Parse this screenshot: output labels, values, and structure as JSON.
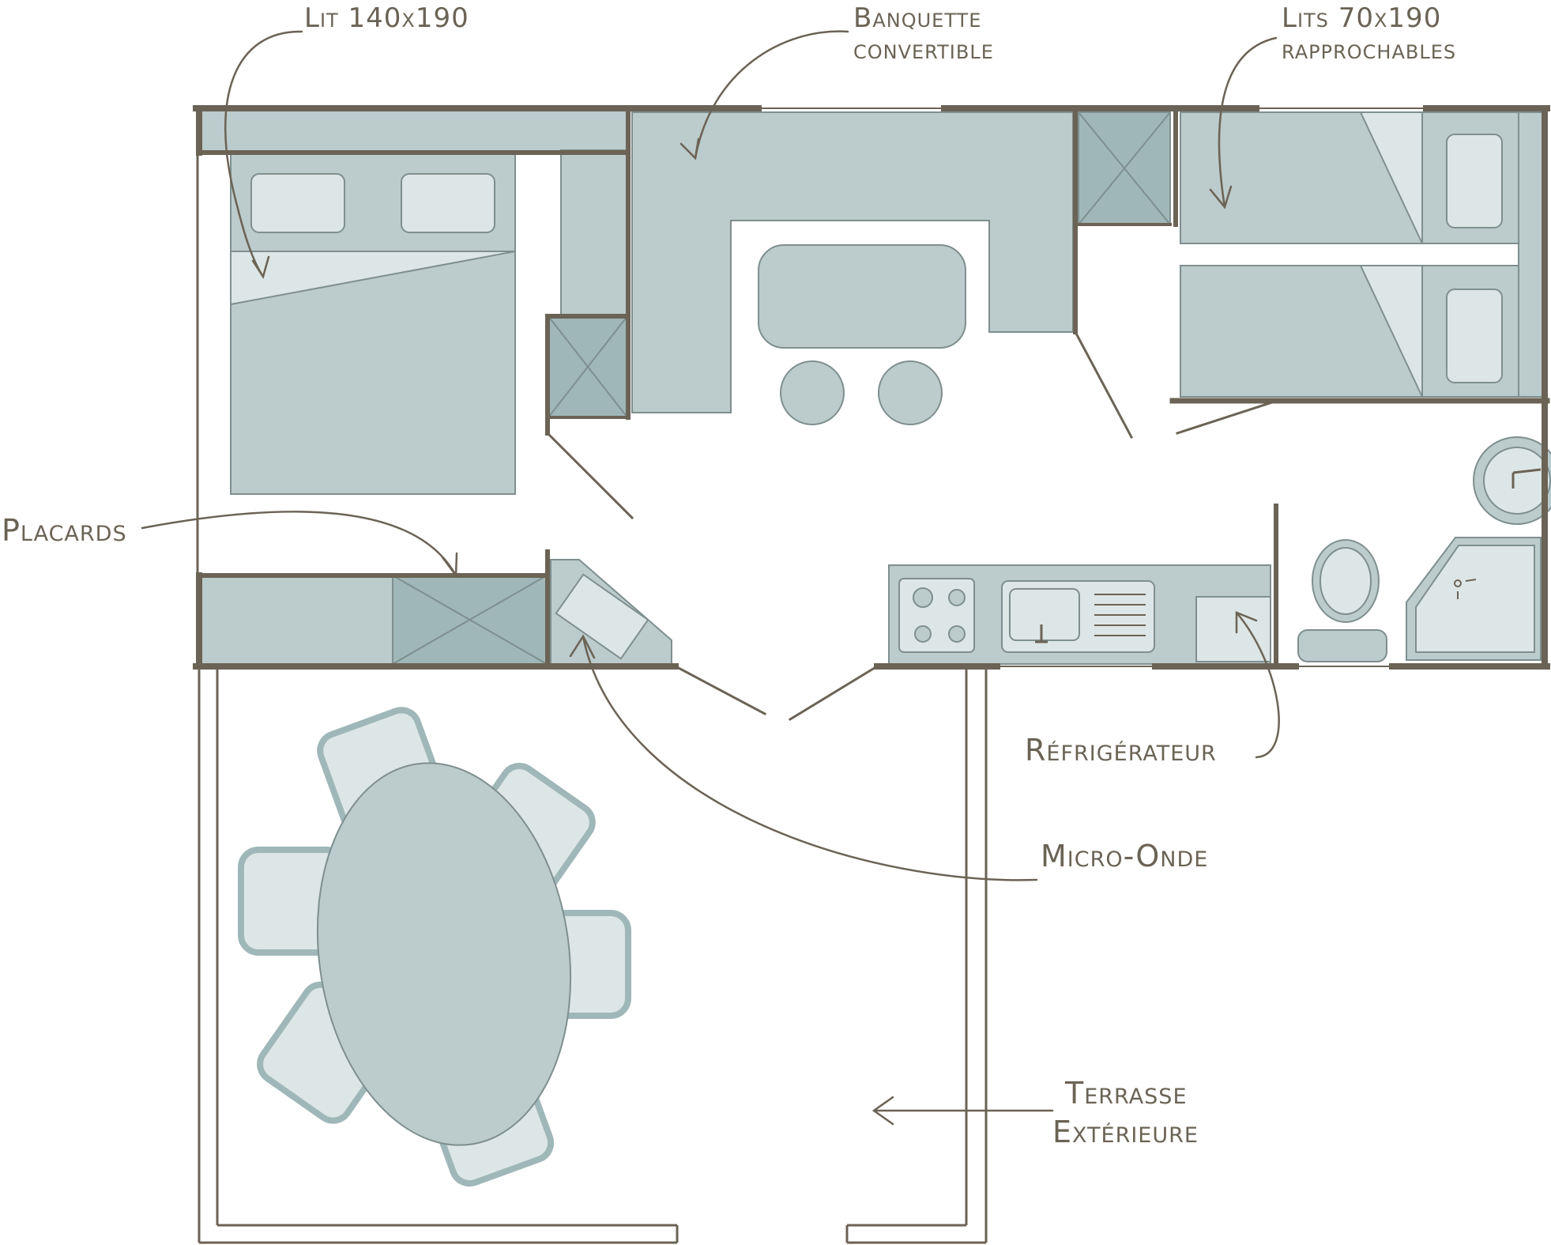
{
  "labels": {
    "lit": "Lit 140x190",
    "banquette_1": "Banquette",
    "banquette_2": "convertible",
    "lits_1": "Lits 70x190",
    "lits_2": "rapprochables",
    "placards": "Placards",
    "refrigerateur": "Réfrigérateur",
    "micro_onde": "Micro-Onde",
    "terrasse_1": "Terrasse",
    "terrasse_2": "Extérieure"
  },
  "colors": {
    "wall": "#6b6355",
    "furniture": "#bccbcc",
    "furniture_dark": "#9fb7b8",
    "pillow": "#dde6e6",
    "outline": "#7f8f8f",
    "text": "#6b6355",
    "background": "#ffffff"
  }
}
